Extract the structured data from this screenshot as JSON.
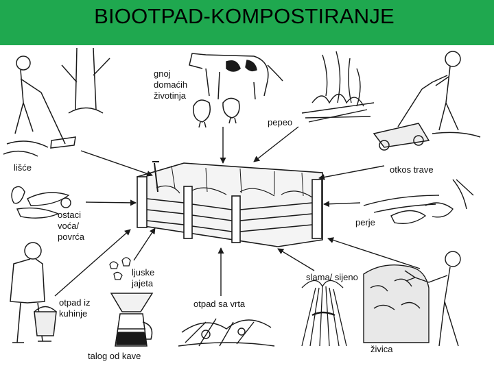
{
  "title": "BIOOTPAD-KOMPOSTIRANJE",
  "labels": {
    "gnoj": [
      "gnoj",
      "domaćih",
      "životinja"
    ],
    "pepeo": "pepeo",
    "lisce": "lišće",
    "otkos": "otkos trave",
    "ostaci": [
      "ostaci",
      "voća/",
      "povrća"
    ],
    "perje": "perje",
    "ljuske": [
      "ljuske",
      "jajeta"
    ],
    "slama": "slama/ sijeno",
    "otpad_kuhinje": [
      "otpad iz",
      "kuhinje"
    ],
    "otpad_vrta": "otpad sa vrta",
    "talog": "talog od kave",
    "zivica": "živica"
  },
  "colors": {
    "title_bar": "#1fa84f",
    "ink": "#1a1a1a",
    "background": "#ffffff"
  }
}
